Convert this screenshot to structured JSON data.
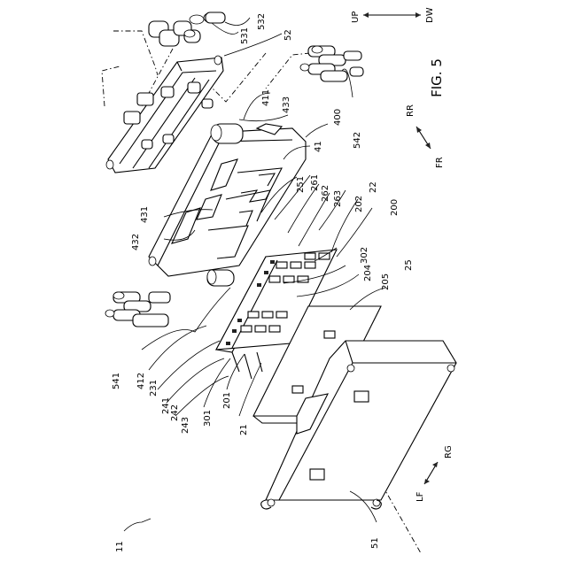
{
  "figure": {
    "title": "FIG. 5"
  },
  "directions": {
    "up": "UP",
    "dw": "DW",
    "rr": "RR",
    "fr": "FR",
    "rg": "RG",
    "lf": "LF"
  },
  "labels": {
    "l11": "11",
    "l21": "21",
    "l22": "22",
    "l25": "25",
    "l41": "41",
    "l51": "51",
    "l52": "52",
    "l200": "200",
    "l201": "201",
    "l202": "202",
    "l204": "204",
    "l205": "205",
    "l231": "231",
    "l241": "241",
    "l242": "242",
    "l243": "243",
    "l251": "251",
    "l261": "261",
    "l262": "262",
    "l263": "263",
    "l301": "301",
    "l302": "302",
    "l400": "400",
    "l411": "411",
    "l412": "412",
    "l431": "431",
    "l432": "432",
    "l433": "433",
    "l531": "531",
    "l532": "532",
    "l541": "541",
    "l542": "542"
  }
}
